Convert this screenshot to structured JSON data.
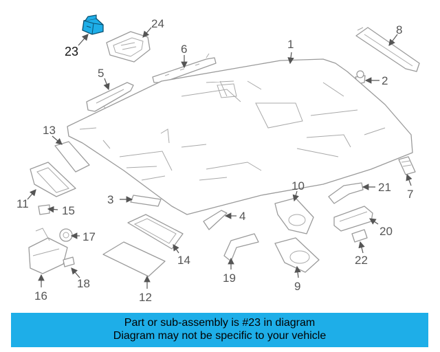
{
  "diagram": {
    "highlight_color": "#1eaee8",
    "callouts": [
      "23",
      "24",
      "6",
      "8",
      "1",
      "2",
      "5",
      "13",
      "11",
      "15",
      "17",
      "16",
      "18",
      "3",
      "12",
      "14",
      "4",
      "19",
      "10",
      "9",
      "21",
      "7",
      "20",
      "22"
    ]
  },
  "banner": {
    "line1": "Part or sub-assembly is #23 in diagram",
    "line2": "Diagram may not be specific to your vehicle",
    "color": "#1eaee8"
  }
}
